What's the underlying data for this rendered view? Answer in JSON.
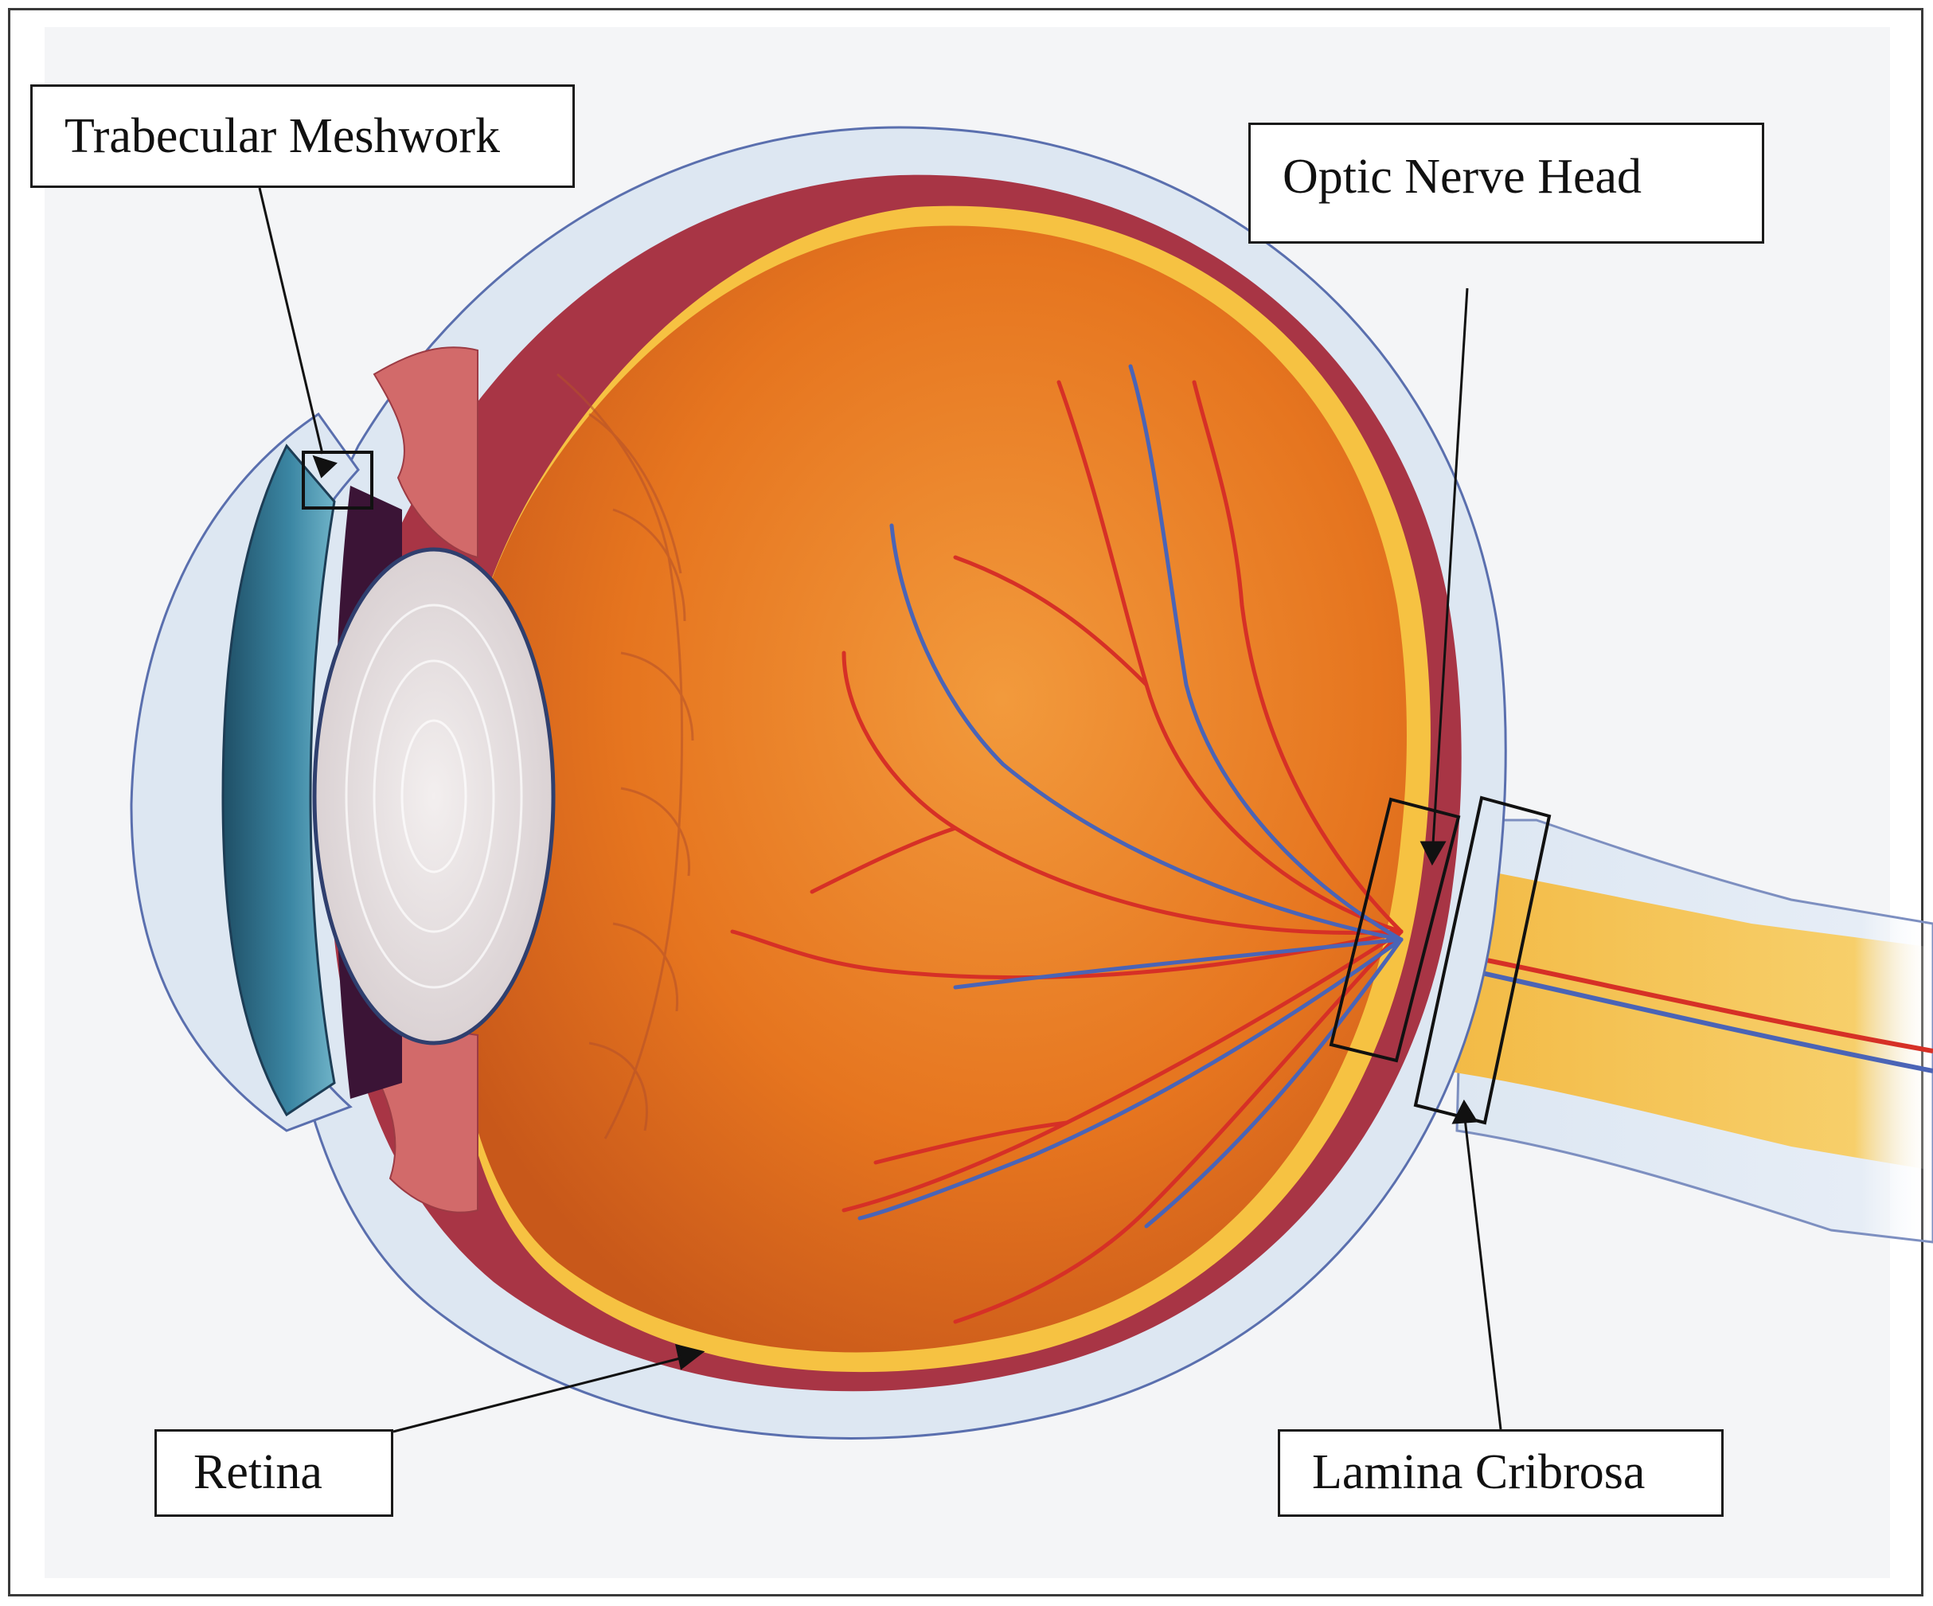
{
  "labels": {
    "trabecular_meshwork": "Trabecular Meshwork",
    "optic_nerve_head": "Optic Nerve Head",
    "retina": "Retina",
    "lamina_cribrosa": "Lamina Cribrosa"
  },
  "colors": {
    "background_panel": "#f4f5f7",
    "sclera": "#dde7f2",
    "sclera_outline": "#5a6fae",
    "choroid": "#a83545",
    "retina_layer": "#f6c242",
    "vitreous": "#e6751f",
    "lens": "#e2dbdc",
    "iris": "#2f6d88",
    "ciliary_body": "#d26a6a",
    "artery": "#d63026",
    "vein": "#4a64b6",
    "optic_nerve": "#f4c354"
  }
}
